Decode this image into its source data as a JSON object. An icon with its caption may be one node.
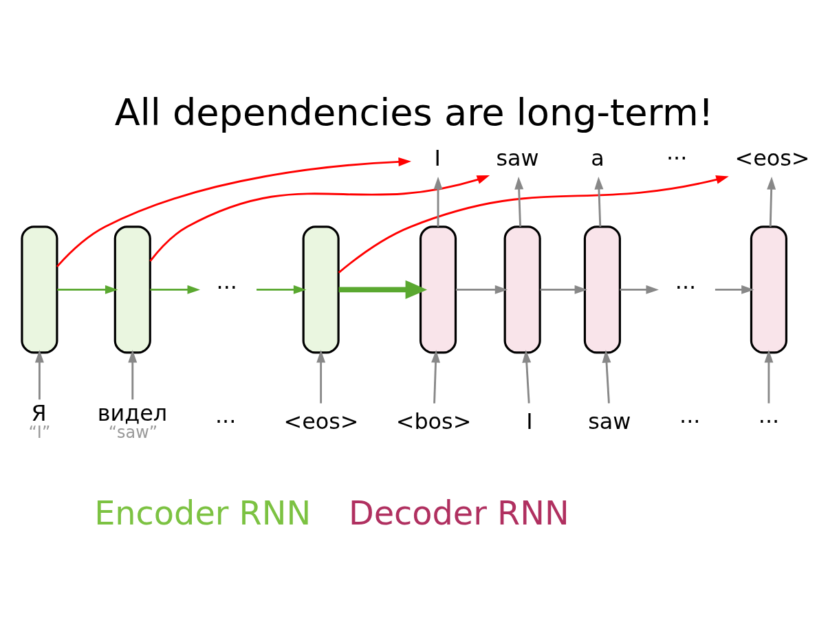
{
  "diagram": {
    "title": "All dependencies are long-term!",
    "nodes": [
      {
        "text": [
          "I"
        ]
      },
      {
        "text": [
          "saw"
        ]
      },
      {
        "text": [
          "a"
        ]
      },
      {
        "text": [
          "<eos>"
        ]
      },
      {
        "text": [],
        "shape": "bar"
      },
      {
        "text": [],
        "shape": "bar"
      },
      {
        "text": [
          "···"
        ]
      },
      {
        "text": [],
        "shape": "bar"
      },
      {
        "text": [],
        "shape": "bar"
      },
      {
        "text": [],
        "shape": "bar"
      },
      {
        "text": [],
        "shape": "bar"
      },
      {
        "text": [
          "···"
        ]
      },
      {
        "text": [],
        "shape": "bar"
      },
      {
        "text": [
          "Я"
        ],
        "beside": [
          "“I”"
        ]
      },
      {
        "text": [
          "видел"
        ],
        "beside": [
          "“saw”"
        ]
      },
      {
        "text": [
          "<eos>"
        ]
      },
      {
        "text": [
          "<bos>"
        ]
      },
      {
        "text": [
          "I"
        ]
      },
      {
        "text": [
          "saw"
        ]
      },
      {
        "text": [
          "···"
        ]
      }
    ],
    "edges": [
      {
        "from": 13,
        "to": 4,
        "arrow": "to"
      },
      {
        "from": 14,
        "to": 5,
        "arrow": "to"
      },
      {
        "from": 15,
        "to": 7,
        "arrow": "to"
      },
      {
        "from": 16,
        "to": 8,
        "arrow": "to"
      },
      {
        "from": 17,
        "to": 9,
        "arrow": "to"
      },
      {
        "from": 18,
        "to": 10,
        "arrow": "to"
      },
      {
        "from": 19,
        "to": 12,
        "arrow": "to"
      },
      {
        "from": 4,
        "to": 5,
        "arrow": "to",
        "color": "#5aa830"
      },
      {
        "from": 5,
        "to": 6,
        "arrow": "to",
        "color": "#5aa830"
      },
      {
        "from": 6,
        "to": 7,
        "arrow": "to",
        "color": "#5aa830"
      },
      {
        "from": 7,
        "to": 8,
        "arrow": "to",
        "color": "#5aa830",
        "style": "thick"
      },
      {
        "from": 8,
        "to": 9,
        "arrow": "to"
      },
      {
        "from": 9,
        "to": 10,
        "arrow": "to"
      },
      {
        "from": 10,
        "to": 11,
        "arrow": "to"
      },
      {
        "from": 11,
        "to": 12,
        "arrow": "to"
      },
      {
        "from": 8,
        "to": 0,
        "arrow": "to"
      },
      {
        "from": 9,
        "to": 1,
        "arrow": "to"
      },
      {
        "from": 10,
        "to": 2,
        "arrow": "to"
      },
      {
        "from": 12,
        "to": 3,
        "arrow": "to"
      },
      {
        "from": 4,
        "to": 0,
        "arrow": "to",
        "color": "#ff0000"
      },
      {
        "from": 5,
        "to": 1,
        "arrow": "to",
        "color": "#ff0000"
      },
      {
        "from": 7,
        "to": 3,
        "arrow": "to",
        "color": "#ff0000"
      }
    ],
    "labels": [
      "···",
      "···",
      "···",
      "Encoder RNN",
      "Decoder RNN"
    ]
  }
}
